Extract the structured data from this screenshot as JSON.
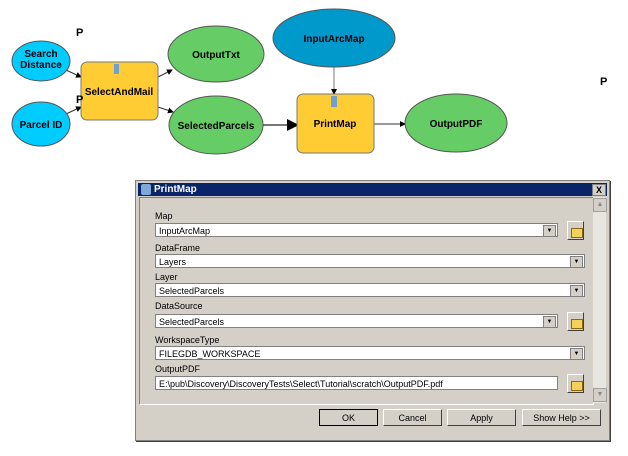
{
  "diagram": {
    "nodes": {
      "search_distance": [
        "Search",
        "Distance"
      ],
      "parcel_id": "Parcel ID",
      "select_and_mail": "SelectAndMail",
      "output_txt": "OutputTxt",
      "selected_parcels": "SelectedParcels",
      "input_arc_map": "InputArcMap",
      "print_map": "PrintMap",
      "output_pdf": "OutputPDF"
    },
    "parameter_marker": "P",
    "colors": {
      "input": "#00ccff",
      "tool": "#ffcc33",
      "derived": "#66cc66",
      "project": "#0099cc"
    }
  },
  "dialog": {
    "title": "PrintMap",
    "close": "X",
    "fields": [
      {
        "label": "Map",
        "value": "InputArcMap"
      },
      {
        "label": "DataFrame",
        "value": "Layers"
      },
      {
        "label": "Layer",
        "value": "SelectedParcels"
      },
      {
        "label": "DataSource",
        "value": "SelectedParcels"
      },
      {
        "label": "WorkspaceType",
        "value": "FILEGDB_WORKSPACE"
      },
      {
        "label": "OutputPDF",
        "value": "E:\\pub\\Discovery\\DiscoveryTests\\Select\\Tutorial\\scratch\\OutputPDF.pdf"
      }
    ],
    "buttons": {
      "ok": "OK",
      "cancel": "Cancel",
      "apply": "Apply",
      "help": "Show Help >>"
    }
  }
}
